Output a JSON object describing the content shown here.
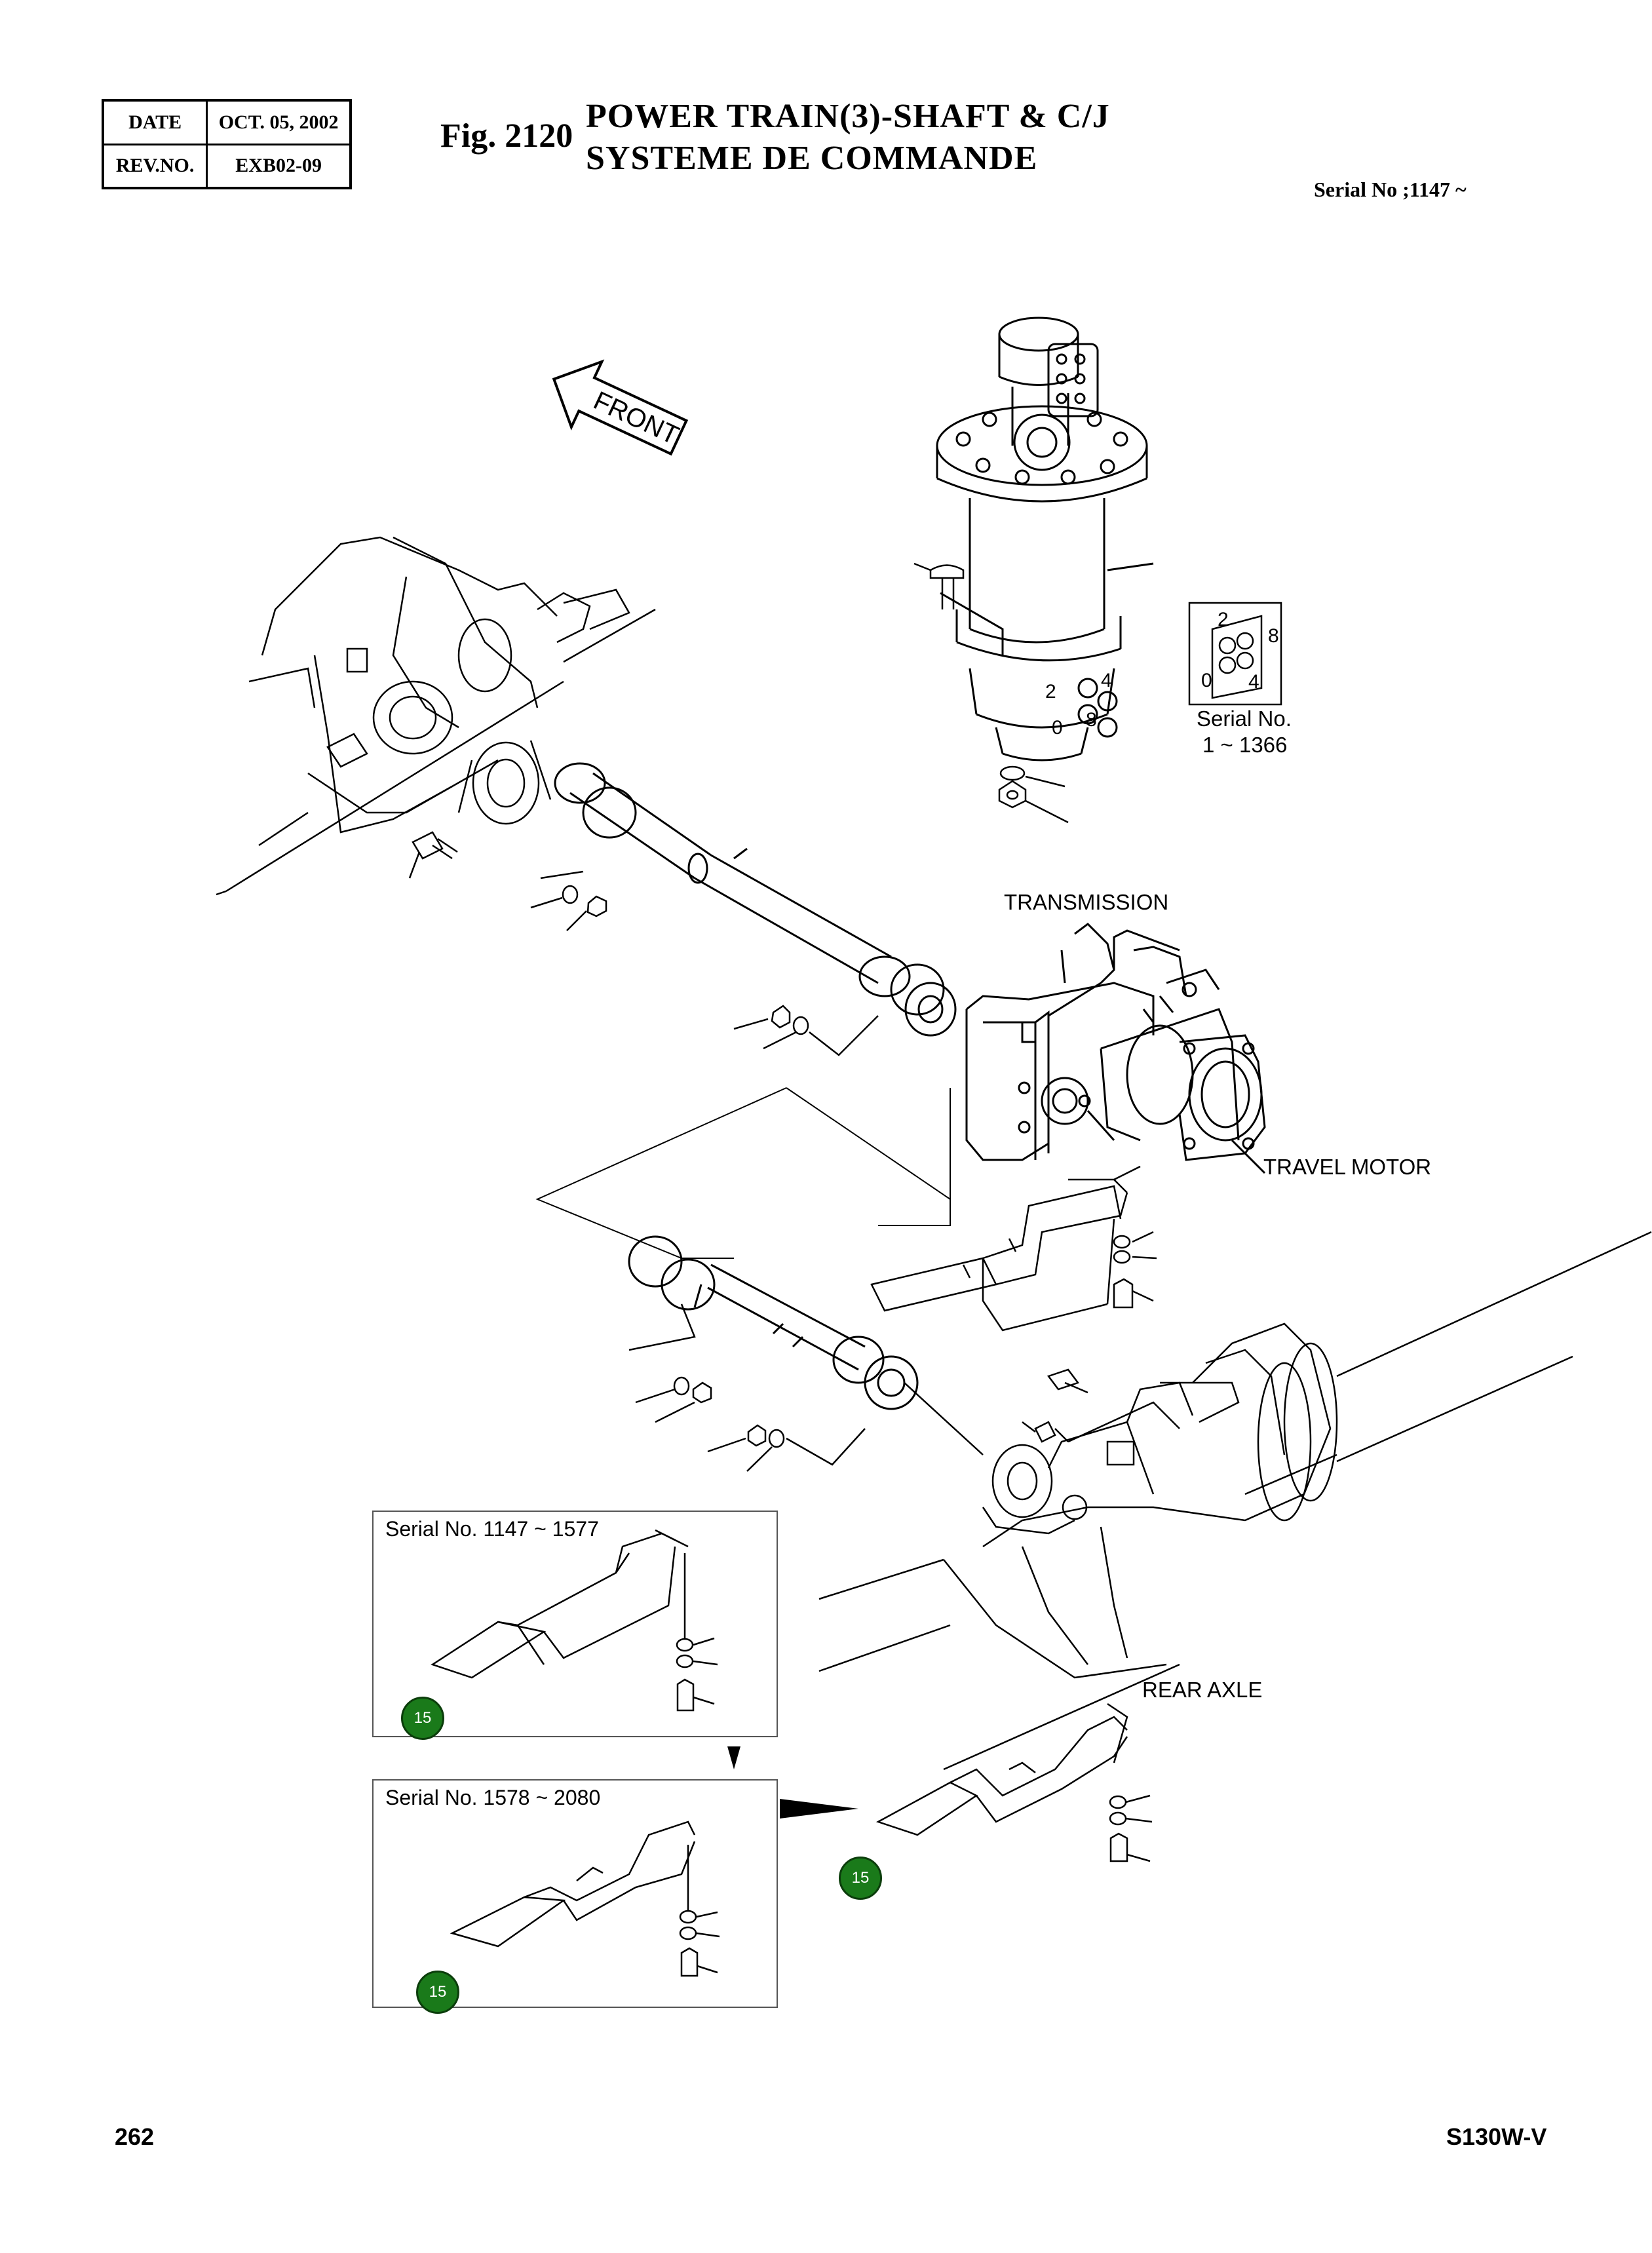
{
  "header": {
    "date_label": "DATE",
    "date_value": "OCT. 05, 2002",
    "rev_label": "REV.NO.",
    "rev_value": "EXB02-09",
    "fig_number": "Fig. 2120",
    "title_line1": "POWER TRAIN(3)-SHAFT & C/J",
    "title_line2": "SYSTEME DE COMMANDE",
    "serial": "Serial No ;1147 ~"
  },
  "diagram": {
    "front_arrow": "FRONT",
    "port_detail_numbers": [
      "2",
      "8",
      "0",
      "4"
    ],
    "port_detail_serial_line1": "Serial No.",
    "port_detail_serial_line2": "1 ~ 1366",
    "swivel_port_numbers": [
      "2",
      "4",
      "0",
      "8"
    ],
    "labels": {
      "transmission": "TRANSMISSION",
      "travel_motor": "TRAVEL MOTOR",
      "rear_axle": "REAR AXLE"
    }
  },
  "insets": [
    {
      "title": "Serial No. 1147 ~ 1577",
      "badge": "15"
    },
    {
      "title": "Serial No. 1578 ~ 2080",
      "badge": "15"
    }
  ],
  "main_badge": "15",
  "footer": {
    "page_number": "262",
    "model": "S130W-V"
  }
}
